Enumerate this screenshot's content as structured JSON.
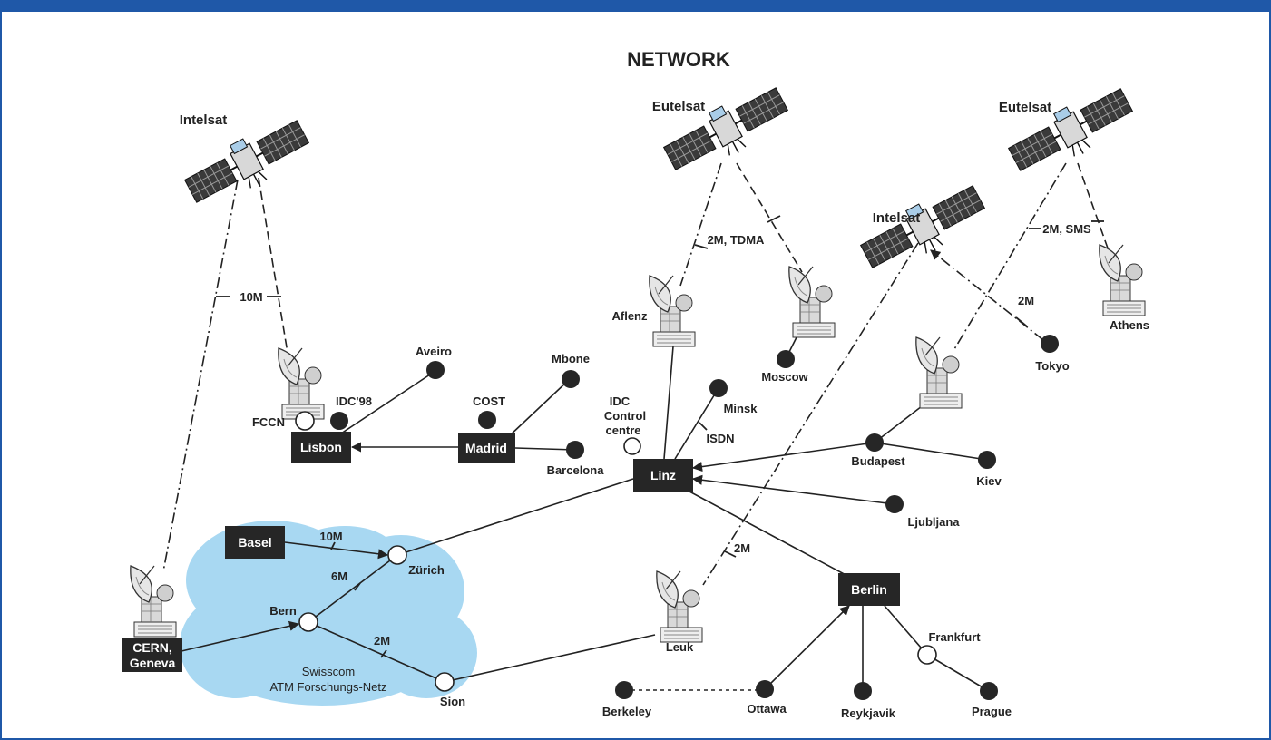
{
  "title": "NETWORK",
  "colors": {
    "frame_blue": "#1f58a8",
    "box_fill": "#262626",
    "cloud_fill": "#a8d8f2",
    "dot_fill": "#262626",
    "ring_fill": "#ffffff"
  },
  "satellites": {
    "intelsat_1": "Intelsat",
    "eutelsat_1": "Eutelsat",
    "intelsat_2": "Intelsat",
    "eutelsat_2": "Eutelsat"
  },
  "ground_stations": {
    "aflenz": "Aflenz",
    "moscow_station": "Moscow",
    "athens": "Athens",
    "leuk": "Leuk"
  },
  "hubs": {
    "lisbon": "Lisbon",
    "madrid": "Madrid",
    "linz": "Linz",
    "basel": "Basel",
    "berlin": "Berlin",
    "cern_line1": "CERN,",
    "cern_line2": "Geneva"
  },
  "nodes": {
    "aveiro": "Aveiro",
    "mbone": "Mbone",
    "cost": "COST",
    "idc98": "IDC'98",
    "fccn": "FCCN",
    "barcelona": "Barcelona",
    "idc_line1": "IDC",
    "idc_line2": "Control",
    "idc_line3": "centre",
    "minsk": "Minsk",
    "isdn": "ISDN",
    "tokyo": "Tokyo",
    "budapest": "Budapest",
    "kiev": "Kiev",
    "ljubljana": "Ljubljana",
    "zurich": "Zürich",
    "bern": "Bern",
    "sion": "Sion",
    "frankfurt": "Frankfurt",
    "prague": "Prague",
    "reykjavik": "Reykjavik",
    "ottawa": "Ottawa",
    "berkeley": "Berkeley"
  },
  "cloud": {
    "line1": "Swisscom",
    "line2": "ATM Forschungs-Netz"
  },
  "link_labels": {
    "intelsat_link": "10M",
    "eutelsat_link": "2M, TDMA",
    "eutelsat2_link": "2M, SMS",
    "tokyo_link": "2M",
    "leuk_link": "2M",
    "basel_link": "10M",
    "bern_zurich": "6M",
    "bern_sion": "2M"
  }
}
